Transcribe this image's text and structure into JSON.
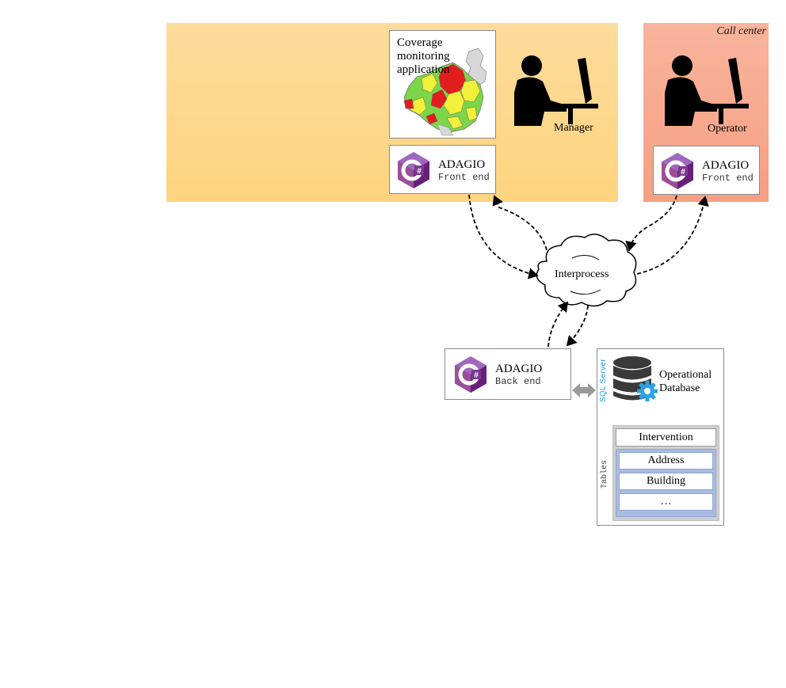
{
  "call_center": {
    "title": "Call center"
  },
  "coverage_app": {
    "label": "Coverage monitoring application"
  },
  "manager": {
    "label": "Manager"
  },
  "operator": {
    "label": "Operator"
  },
  "manager_frontend": {
    "name": "ADAGIO",
    "sub": "Front end"
  },
  "operator_frontend": {
    "name": "ADAGIO",
    "sub": "Front end"
  },
  "backend": {
    "name": "ADAGIO",
    "sub": "Back end"
  },
  "interprocess": {
    "label": "Interprocess"
  },
  "database": {
    "server_label": "SQL Server",
    "title_line1": "Operational",
    "title_line2": "Database",
    "tables_label": "Tables",
    "tables": [
      "Intervention",
      "Address",
      "Building",
      "…"
    ]
  },
  "colors": {
    "manager_panel": "#fdd47f",
    "call_center_panel": "#f69f82",
    "csharp_purple": "#68217a",
    "sql_blue": "#1b9fe0"
  }
}
